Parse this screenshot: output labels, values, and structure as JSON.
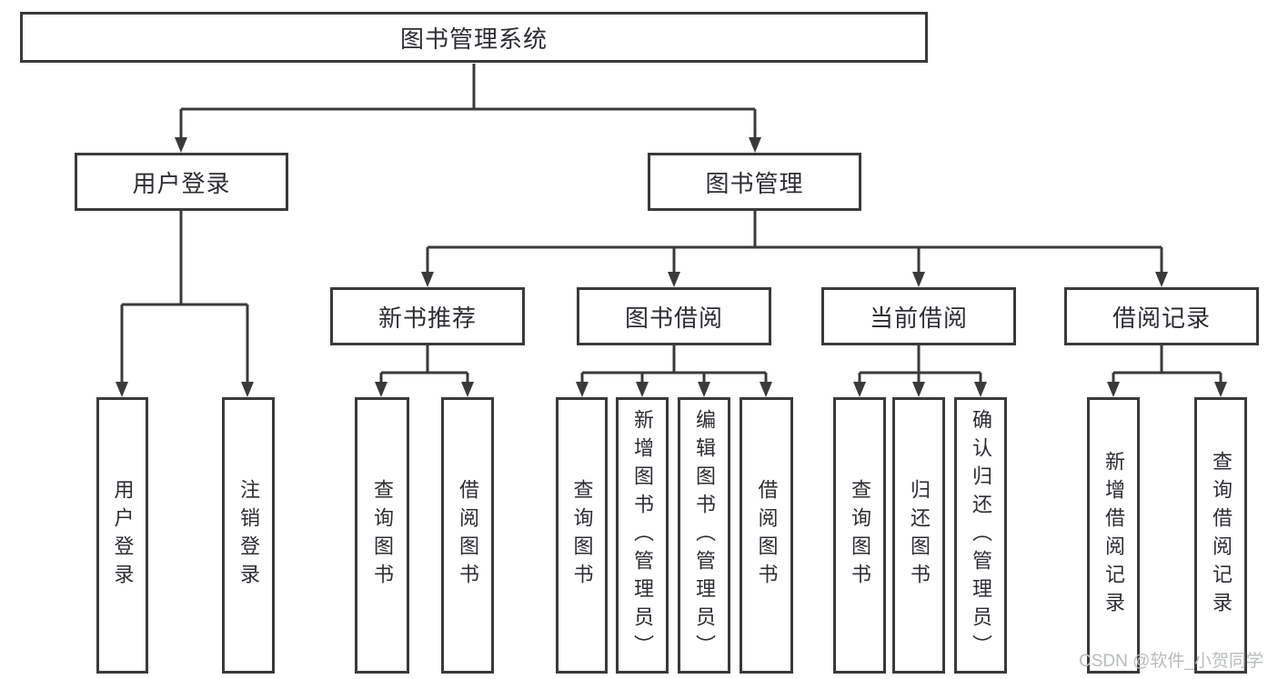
{
  "diagram": {
    "root": {
      "label": "图书管理系统"
    },
    "branches": [
      {
        "label": "用户登录",
        "children": [
          {
            "label": "用户登录"
          },
          {
            "label": "注销登录"
          }
        ]
      },
      {
        "label": "图书管理",
        "children": [
          {
            "label": "新书推荐",
            "children": [
              {
                "label": "查询图书"
              },
              {
                "label": "借阅图书"
              }
            ]
          },
          {
            "label": "图书借阅",
            "children": [
              {
                "label": "查询图书"
              },
              {
                "label": "新增图书（管理员）"
              },
              {
                "label": "编辑图书（管理员）"
              },
              {
                "label": "借阅图书"
              }
            ]
          },
          {
            "label": "当前借阅",
            "children": [
              {
                "label": "查询图书"
              },
              {
                "label": "归还图书"
              },
              {
                "label": "确认归还（管理员）"
              }
            ]
          },
          {
            "label": "借阅记录",
            "children": [
              {
                "label": "新增借阅记录"
              },
              {
                "label": "查询借阅记录"
              }
            ]
          }
        ]
      }
    ]
  },
  "watermark": {
    "text": "CSDN @软件_小贺同学"
  },
  "colors": {
    "line": "#3a3a3a",
    "text": "#2d2d33",
    "background": "#ffffff",
    "watermark": "#b9bcbe"
  }
}
